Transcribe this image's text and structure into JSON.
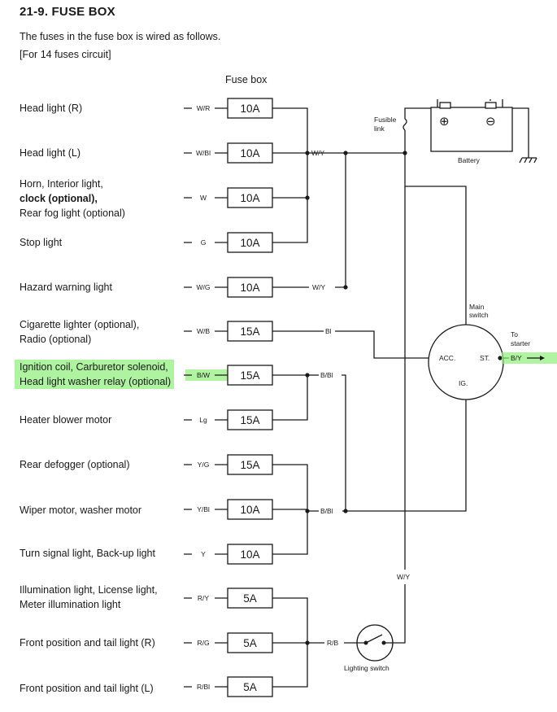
{
  "title": "21-9.  FUSE BOX",
  "intro": {
    "line1": "The fuses in the fuse box is wired as follows.",
    "line2": "[For 14 fuses circuit]"
  },
  "fuse_box_title": "Fuse box",
  "highlight_color": "#8ef07a",
  "circuits": [
    {
      "lines": [
        "Head light (R)"
      ],
      "wire": "W/R",
      "amp": "10A"
    },
    {
      "lines": [
        "Head light (L)"
      ],
      "wire": "W/Bl",
      "amp": "10A"
    },
    {
      "lines": [
        "Horn, Interior light,",
        "clock (optional),",
        "Rear fog light (optional)"
      ],
      "wire": "W",
      "amp": "10A"
    },
    {
      "lines": [
        "Stop light"
      ],
      "wire": "G",
      "amp": "10A"
    },
    {
      "lines": [
        "Hazard warning light"
      ],
      "wire": "W/G",
      "amp": "10A"
    },
    {
      "lines": [
        "Cigarette lighter (optional),",
        "Radio (optional)"
      ],
      "wire": "W/B",
      "amp": "15A"
    },
    {
      "lines": [
        "Ignition coil, Carburetor solenoid,",
        "Head light washer relay (optional)"
      ],
      "wire": "B/W",
      "amp": "15A"
    },
    {
      "lines": [
        "Heater blower motor"
      ],
      "wire": "Lg",
      "amp": "15A"
    },
    {
      "lines": [
        "Rear defogger (optional)"
      ],
      "wire": "Y/G",
      "amp": "15A"
    },
    {
      "lines": [
        "Wiper motor, washer motor"
      ],
      "wire": "Y/Bl",
      "amp": "10A"
    },
    {
      "lines": [
        "Turn signal light, Back-up light"
      ],
      "wire": "Y",
      "amp": "10A"
    },
    {
      "lines": [
        "Illumination light, License light,",
        "Meter illumination light"
      ],
      "wire": "R/Y",
      "amp": "5A"
    },
    {
      "lines": [
        "Front position and tail light (R)"
      ],
      "wire": "R/G",
      "amp": "5A"
    },
    {
      "lines": [
        "Front position and tail light (L)"
      ],
      "wire": "R/Bl",
      "amp": "5A"
    }
  ],
  "wire_labels": {
    "wy_top": "W/Y",
    "wy_hazard": "W/Y",
    "bl": "Bl",
    "b_bl_top": "B/Bl",
    "b_bl_bottom": "B/Bl",
    "wy_vertical": "W/Y",
    "r_b": "R/B",
    "b_y": "B/Y"
  },
  "components": {
    "fusible_link": [
      "Fusible",
      "link"
    ],
    "battery": "Battery",
    "battery_plus": "⊕",
    "battery_minus": "⊖",
    "main_switch": [
      "Main",
      "switch"
    ],
    "acc": "ACC.",
    "st": "ST.",
    "ig": "IG.",
    "to_starter": [
      "To",
      "starter"
    ],
    "lighting_switch": "Lighting switch"
  }
}
